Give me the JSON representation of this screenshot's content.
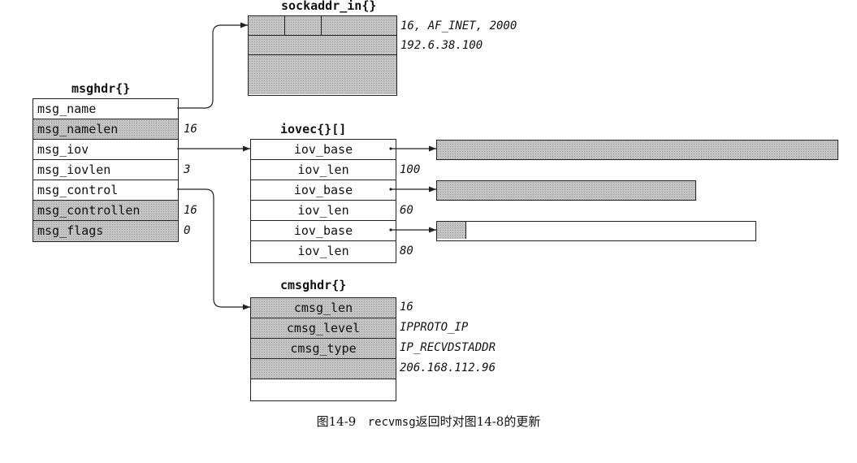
{
  "sockaddr": {
    "title": "sockaddr_in{}",
    "values": [
      "16, AF_INET, 2000",
      "192.6.38.100"
    ]
  },
  "msghdr": {
    "title": "msghdr{}",
    "fields": [
      "msg_name",
      "msg_namelen",
      "msg_iov",
      "msg_iovlen",
      "msg_control",
      "msg_controllen",
      "msg_flags"
    ],
    "values": [
      "",
      "16",
      "",
      "3",
      "",
      "16",
      "0"
    ]
  },
  "iovec": {
    "title": "iovec{}[]",
    "fields": [
      "iov_base",
      "iov_len",
      "iov_base",
      "iov_len",
      "iov_base",
      "iov_len"
    ],
    "values": [
      "",
      "100",
      "",
      "60",
      "",
      "80"
    ]
  },
  "cmsghdr": {
    "title": "cmsghdr{}",
    "fields": [
      "cmsg_len",
      "cmsg_level",
      "cmsg_type",
      "",
      ""
    ],
    "values": [
      "16",
      "IPPROTO_IP",
      "IP_RECVDSTADDR",
      "206.168.112.96"
    ]
  },
  "caption": {
    "prefix": "图14-9",
    "code": "recvmsg",
    "suffix": "返回时对图14-8的更新"
  },
  "colors": {
    "shade": "#c4c4c4",
    "line": "#222222"
  }
}
